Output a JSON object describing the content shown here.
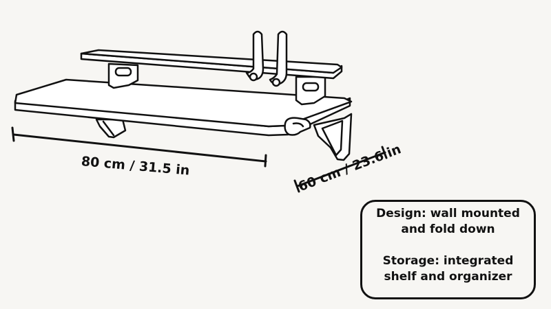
{
  "dimensions": {
    "width_label": "80 cm / 31.5 in",
    "depth_label": "60 cm / 23.6 in"
  },
  "info_box": {
    "design_line1": "Design: wall mounted",
    "design_line2": "and fold down",
    "storage_line1": "Storage: integrated",
    "storage_line2": "shelf and organizer"
  },
  "colors": {
    "line": "#111111",
    "background": "#f7f6f3",
    "fill": "#ffffff"
  }
}
